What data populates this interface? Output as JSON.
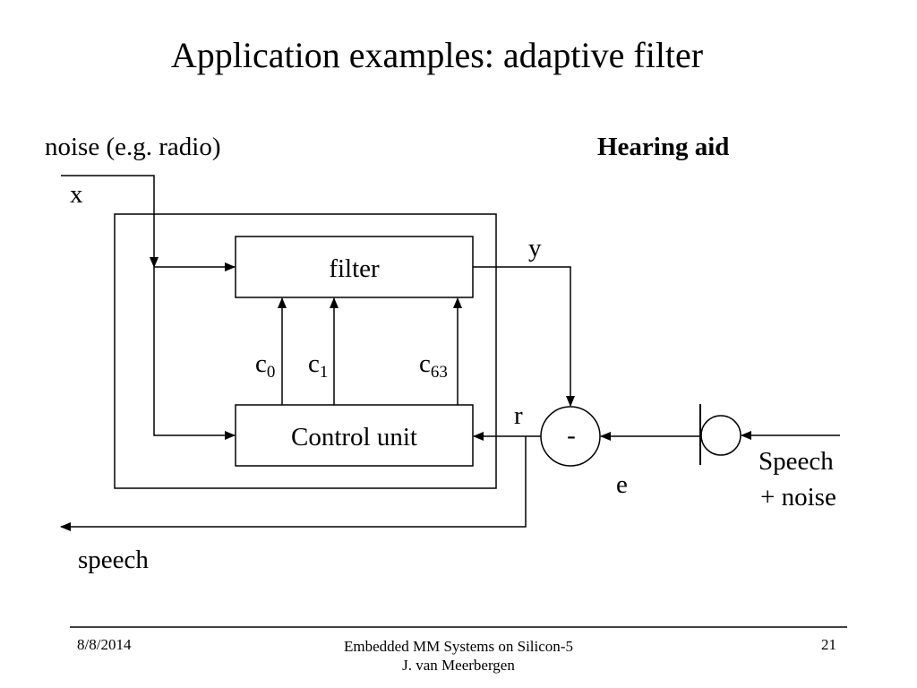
{
  "slide": {
    "title": "Application examples: adaptive filter",
    "subtitle": "Hearing aid"
  },
  "diagram": {
    "noise_input": "noise (e.g. radio)",
    "x": "x",
    "y": "y",
    "filter": "filter",
    "control_unit": "Control unit",
    "coefficients": [
      {
        "base": "c",
        "sub": "0"
      },
      {
        "base": "c",
        "sub": "1"
      },
      {
        "base": "c",
        "sub": "63"
      }
    ],
    "summing_sign": "-",
    "r": "r",
    "e": "e",
    "speech_noise_input": [
      "Speech",
      "+ noise"
    ],
    "speech_output": "speech"
  },
  "footer": {
    "date": "8/8/2014",
    "center_line1": "Embedded MM Systems on Silicon-5",
    "center_line2": "J. van Meerbergen",
    "page": "21"
  }
}
